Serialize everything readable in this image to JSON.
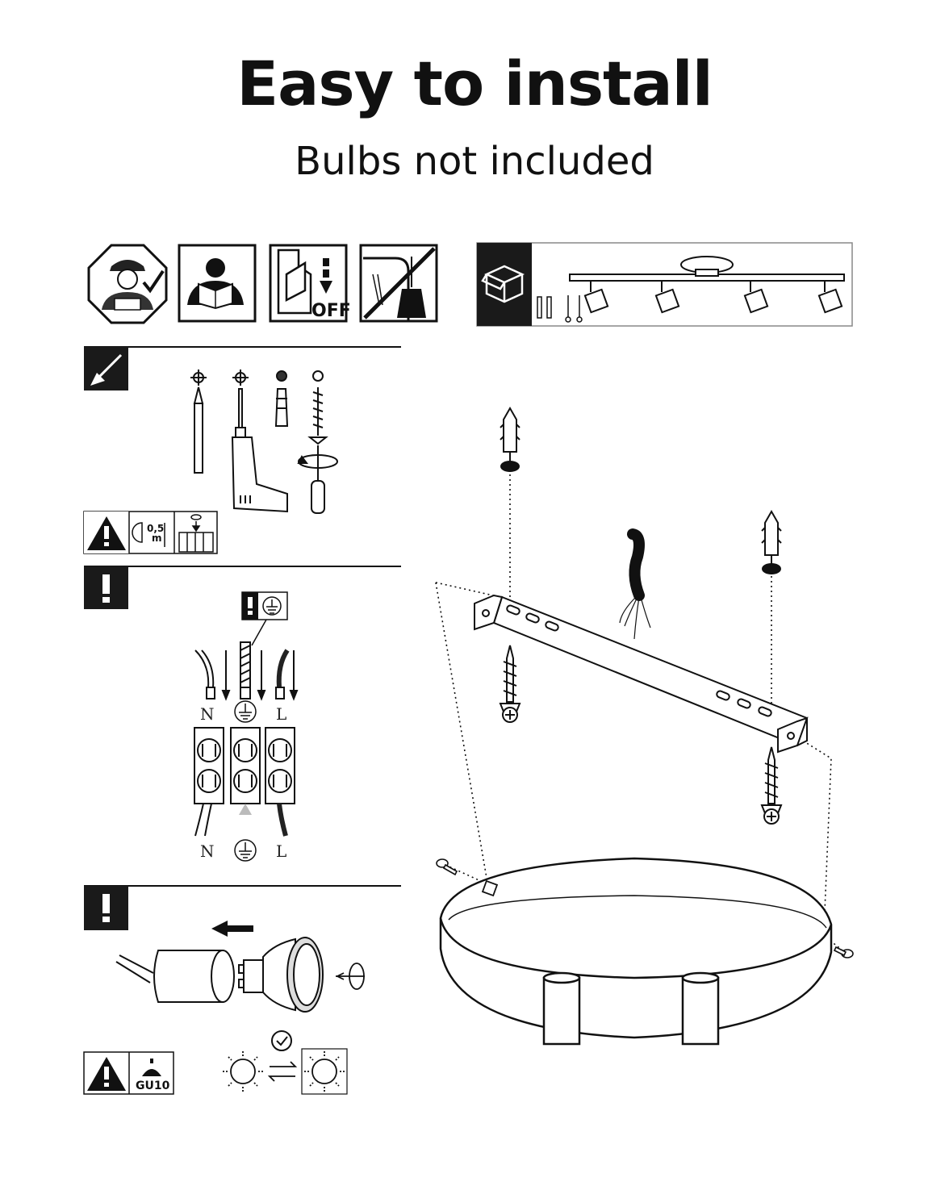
{
  "header": {
    "title": "Easy to install",
    "subtitle": "Bulbs not included"
  },
  "safety_icons": [
    {
      "icon": "electrician-icon"
    },
    {
      "icon": "read-manual-icon"
    },
    {
      "icon": "power-off-icon",
      "label": "OFF"
    },
    {
      "icon": "no-cable-drilling-icon"
    }
  ],
  "tools_step": {
    "icon": "screwdriver-icon",
    "warning": {
      "distance_value": "0,5",
      "distance_unit": "m"
    }
  },
  "wiring_step": {
    "terminals_top": [
      "N",
      "L"
    ],
    "terminals_bottom": [
      "N",
      "L"
    ]
  },
  "bulb_step": {
    "warning_label": "GU10"
  },
  "colors": {
    "ink": "#111111",
    "panel": "#1a1a1a",
    "paper": "#ffffff"
  }
}
